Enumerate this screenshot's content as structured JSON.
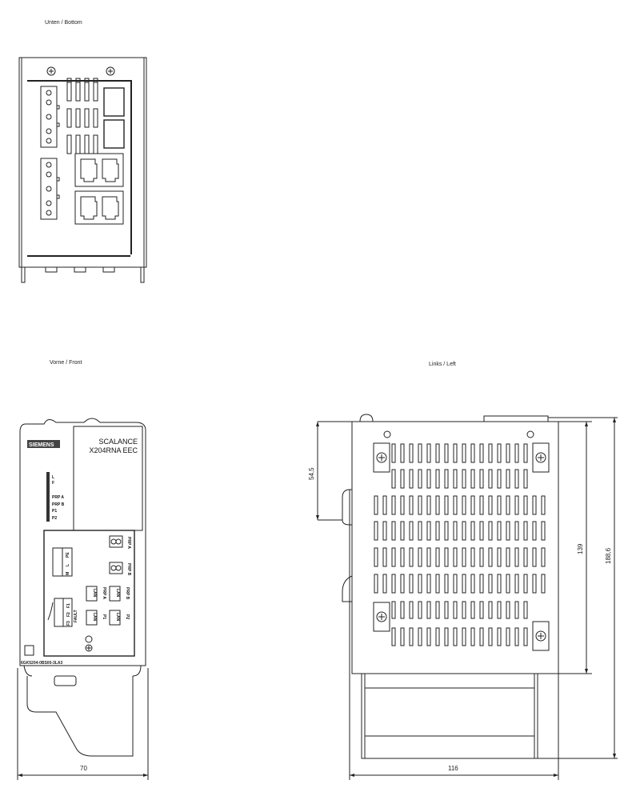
{
  "views": {
    "bottom": {
      "title": "Unten / Bottom"
    },
    "front": {
      "title": "Vorne / Front",
      "brand": "SIEMENS",
      "product_line1": "SCALANCE",
      "product_line2": "X204RNA EEC",
      "led_labels": [
        "L",
        "F",
        "PRP A",
        "PRP B",
        "P1",
        "P2"
      ],
      "power_terminal_labels": [
        "M",
        "L",
        "PE"
      ],
      "fault_terminal_labels": [
        "F1",
        "F2",
        "F3"
      ],
      "fault_label": "FAULT",
      "port_labels": [
        "PRP A",
        "PRP B",
        "P1",
        "P2"
      ],
      "lan_label": "LAN",
      "order_number": "6GK5204-0BS00-3LA3",
      "width_dim": "70"
    },
    "left": {
      "title": "Links / Left",
      "dim_rail": "54,5",
      "dim_body_height": "139",
      "dim_total_height": "188,6",
      "width_dim": "116"
    }
  }
}
